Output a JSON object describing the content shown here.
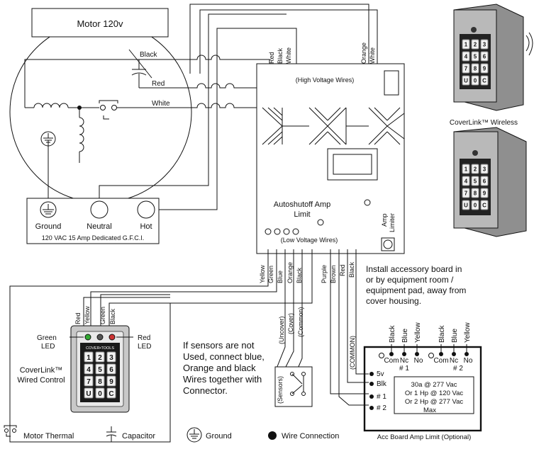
{
  "motor": {
    "title": "Motor 120v",
    "wire_black": "Black",
    "wire_red": "Red",
    "wire_white": "White"
  },
  "supply": {
    "ground": "Ground",
    "neutral": "Neutral",
    "hot": "Hot",
    "caption": "120 VAC 15 Amp Dedicated G.F.C.I."
  },
  "amp": {
    "hv_wires_top": [
      "Red",
      "Black",
      "White"
    ],
    "hv_wires_right": [
      "Orange",
      "White"
    ],
    "hv_label": "(High Voltage Wires)",
    "title_line1": "Autoshutoff Amp",
    "title_line2": "Limit",
    "limiter_line1": "Amp",
    "limiter_line2": "Limiter",
    "lv_label": "(Low Voltage Wires)",
    "lv_wires_left": [
      "Yellow",
      "Green",
      "Blue",
      "Orange",
      "Black"
    ],
    "lv_wires_right": [
      "Purple",
      "Brown",
      "Red",
      "Black"
    ]
  },
  "wired_control": {
    "wires": [
      "Red",
      "Yellow",
      "Green",
      "Black"
    ],
    "green_led_1": "Green",
    "green_led_2": "LED",
    "red_led_1": "Red",
    "red_led_2": "LED",
    "name_1": "CoverLink™",
    "name_2": "Wired Control",
    "brand": "COVER•TOOLS",
    "keys": [
      "1",
      "2",
      "3",
      "4",
      "5",
      "6",
      "7",
      "8",
      "9",
      "U",
      "0",
      "C"
    ]
  },
  "sensors": {
    "uncover": "(Uncover)",
    "cover": "(Cover)",
    "common": "(Common)",
    "common2": "(COMMON)",
    "box_label": "(Sensors)",
    "note": [
      "If sensors are not",
      "Used, connect blue,",
      "Orange and black",
      "Wires together with",
      "Connector."
    ]
  },
  "install_note": [
    "Install accessory board in",
    "or by equipment room /",
    "equipment pad, away from",
    "cover housing."
  ],
  "acc_board": {
    "wires_1": [
      "Black",
      "Blue",
      "Yellow"
    ],
    "wires_2": [
      "Black",
      "Blue",
      "Yellow"
    ],
    "terms_1": [
      "Com",
      "Nc",
      "No"
    ],
    "group_1": "# 1",
    "terms_2": [
      "Com",
      "Nc",
      "No"
    ],
    "group_2": "# 2",
    "pins": [
      "5v",
      "Blk",
      "# 1",
      "# 2"
    ],
    "rating": [
      "30a @ 277 Vac",
      "Or 1 Hp @ 120 Vac",
      "Or 2 Hp @ 277 Vac",
      "Max"
    ],
    "caption": "Acc Board Amp Limit (Optional)"
  },
  "wireless": {
    "label": "CoverLink™ Wireless"
  },
  "legend": {
    "thermal": "Motor Thermal",
    "capacitor": "Capacitor",
    "ground": "Ground",
    "connection": "Wire Connection"
  }
}
